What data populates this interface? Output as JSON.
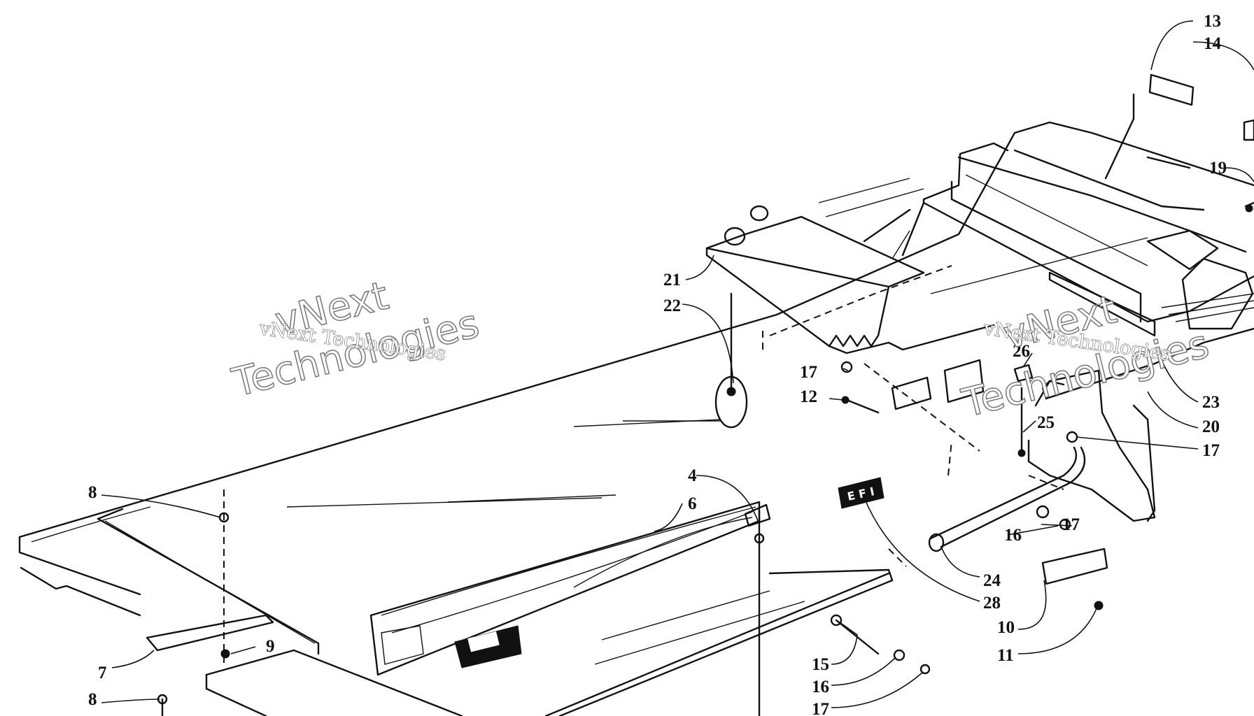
{
  "part_labels": [
    "4",
    "6",
    "7",
    "8",
    "8",
    "9",
    "10",
    "11",
    "12",
    "13",
    "14",
    "15",
    "16",
    "16",
    "17",
    "17",
    "17",
    "17",
    "19",
    "20",
    "21",
    "22",
    "23",
    "24",
    "25",
    "26",
    "28"
  ],
  "badge_text": "E F I",
  "watermark": {
    "line1": "vNext",
    "line2": "Technologies",
    "line3": "vNext Technologies"
  },
  "colors": {
    "ink": "#111111",
    "background": "#ffffff",
    "watermark_outline": "#777777"
  }
}
